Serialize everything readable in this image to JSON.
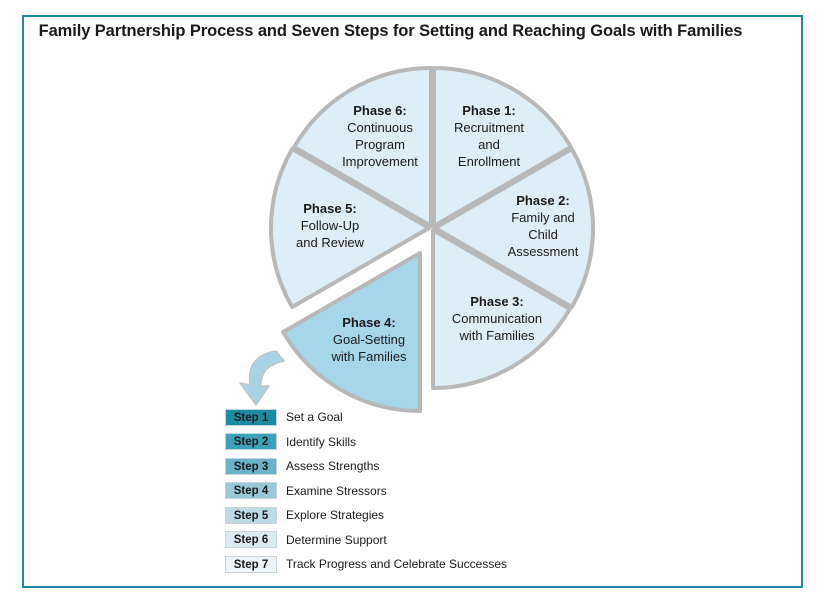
{
  "title": "Family Partnership Process and Seven Steps for Setting and Reaching Goals with Families",
  "phases": [
    {
      "title": "Phase 1:",
      "lines": [
        "Recruitment",
        "and",
        "Enrollment"
      ]
    },
    {
      "title": "Phase 2:",
      "lines": [
        "Family and",
        "Child",
        "Assessment"
      ]
    },
    {
      "title": "Phase 3:",
      "lines": [
        "Communication",
        "with Families"
      ]
    },
    {
      "title": "Phase 4:",
      "lines": [
        "Goal-Setting",
        "with Families"
      ]
    },
    {
      "title": "Phase 5:",
      "lines": [
        "Follow-Up",
        "and Review"
      ]
    },
    {
      "title": "Phase 6:",
      "lines": [
        "Continuous",
        "Program",
        "Improvement"
      ]
    }
  ],
  "steps": [
    {
      "label": "Step 1",
      "text": "Set a Goal",
      "color": "#1b8aa3"
    },
    {
      "label": "Step 2",
      "text": "Identify Skills",
      "color": "#3aa2b9"
    },
    {
      "label": "Step 3",
      "text": "Assess Strengths",
      "color": "#6bb3c8"
    },
    {
      "label": "Step 4",
      "text": "Examine Stressors",
      "color": "#98c9d8"
    },
    {
      "label": "Step 5",
      "text": "Explore Strategies",
      "color": "#bddbe6"
    },
    {
      "label": "Step 6",
      "text": "Determine Support",
      "color": "#dcebf1"
    },
    {
      "label": "Step 7",
      "text": "Track Progress and Celebrate Successes",
      "color": "#edf4f7"
    }
  ],
  "colors": {
    "frame": "#1b8aa3",
    "slice_fill": "#deeef8",
    "slice_highlight": "#a6d6ea",
    "slice_stroke": "#b8b8b8",
    "arrow": "#a8d3e6"
  }
}
